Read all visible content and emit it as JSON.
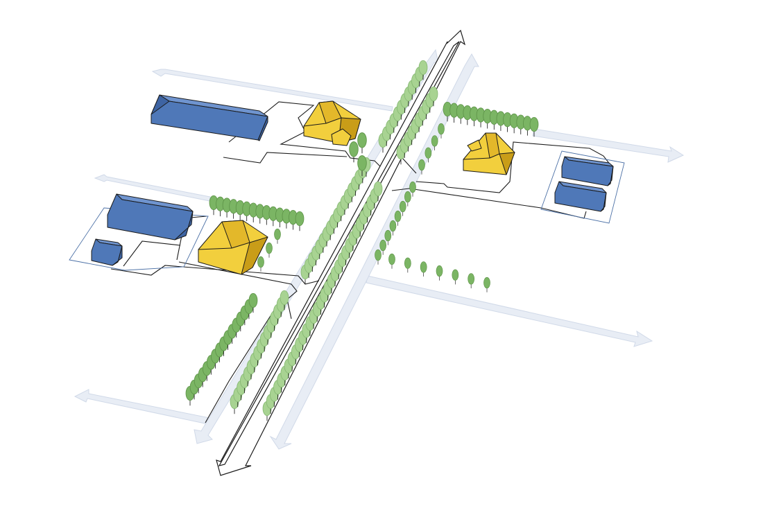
{
  "palette": {
    "background": "#ffffff",
    "road_light": "#e8edf5",
    "road_edge": "#d0d9e8",
    "barn_top": "#6f94cf",
    "barn_front": "#4f78b8",
    "barn_side": "#3e64a3",
    "house_light": "#f2cf3d",
    "house_mid": "#e3b82a",
    "house_dark": "#c99d18",
    "tree_light": "#a8d392",
    "tree_light_edge": "#86b873",
    "tree_dark": "#7bb564",
    "tree_dark_edge": "#5e9449",
    "outline": "#1a1a1a"
  },
  "icons": {
    "main_road": "double-headed-arrow",
    "side_roads": "arrow",
    "barns": "box-building",
    "houses": "hip-roof-house",
    "trees": "tree-row"
  }
}
